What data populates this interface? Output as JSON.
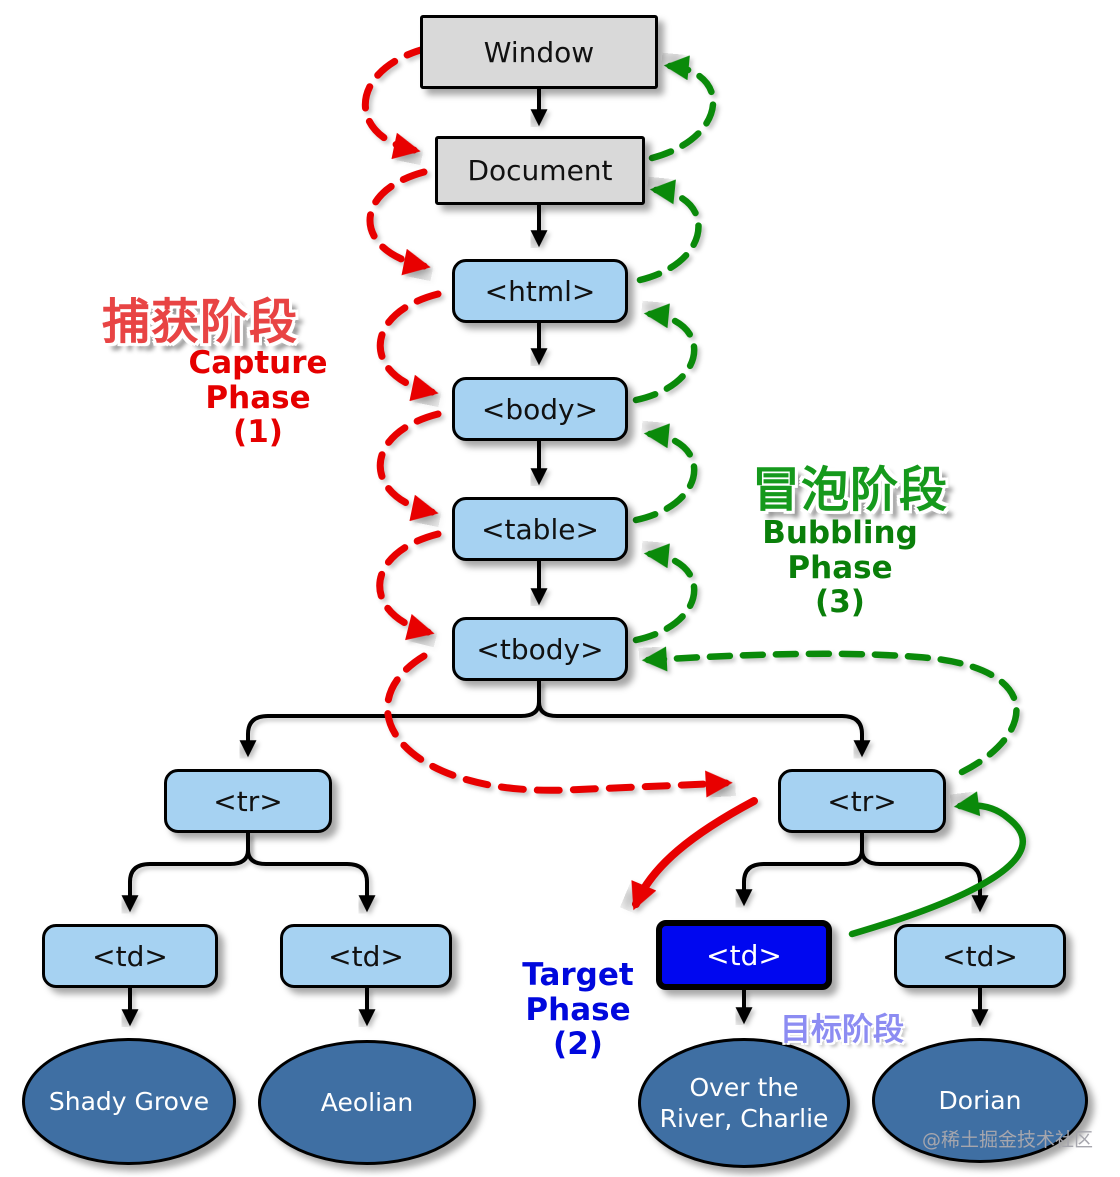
{
  "nodes": {
    "window": "Window",
    "document": "Document",
    "html": "<html>",
    "body": "<body>",
    "table": "<table>",
    "tbody": "<tbody>",
    "tr_left": "<tr>",
    "tr_right": "<tr>",
    "td_1": "<td>",
    "td_2": "<td>",
    "td_target": "<td>",
    "td_4": "<td>",
    "leaf_1": "Shady Grove",
    "leaf_2": "Aeolian",
    "leaf_3": "Over the River, Charlie",
    "leaf_4": "Dorian"
  },
  "labels": {
    "capture_cn": "捕获阶段",
    "capture_en_line1": "Capture",
    "capture_en_line2": "Phase",
    "capture_en_line3": "(1)",
    "bubble_cn": "冒泡阶段",
    "bubble_en_line1": "Bubbling",
    "bubble_en_line2": "Phase",
    "bubble_en_line3": "(3)",
    "target_en_line1": "Target",
    "target_en_line2": "Phase",
    "target_en_line3": "(2)",
    "target_cn": "目标阶段",
    "watermark": "@稀土掘金技术社区"
  },
  "colors": {
    "capture_red": "#e50000",
    "bubble_green": "#0a7f0a",
    "target_blue": "#0008dd",
    "node_blue": "#a6d2f2",
    "node_gray": "#d9d9d9",
    "target_fill": "#0007f0",
    "ellipse_fill": "#3f6fa3"
  }
}
